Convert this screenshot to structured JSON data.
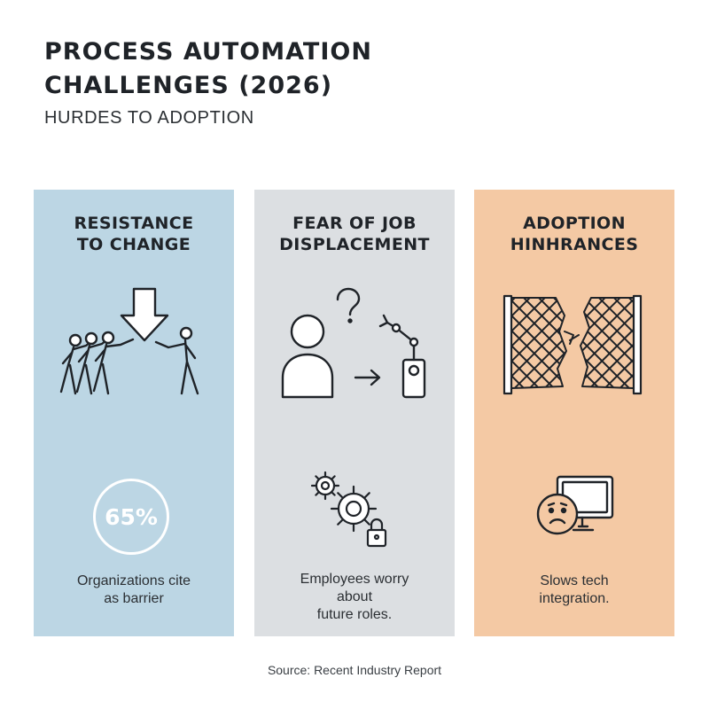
{
  "header": {
    "title_line1": "PROCESS AUTOMATION",
    "title_line2": "CHALLENGES (2026)",
    "subtitle": "HURDES TO ADOPTION"
  },
  "panels": [
    {
      "title_line1": "RESISTANCE",
      "title_line2": "TO CHANGE",
      "bg_color": "#bcd6e4",
      "icon": "people-pushing-arrow-icon",
      "stat": "65%",
      "desc_line1": "Organizations cite",
      "desc_line2": "as barrier",
      "desc_line3": ""
    },
    {
      "title_line1": "FEAR OF JOB",
      "title_line2": "DISPLACEMENT",
      "bg_color": "#dcdfe2",
      "icon": "person-robot-arm-icon",
      "secondary_icon": "gears-lock-icon",
      "desc_line1": "Employees worry",
      "desc_line2": "about",
      "desc_line3": "future roles."
    },
    {
      "title_line1": "ADOPTION",
      "title_line2": "HINHRANCES",
      "bg_color": "#f4c9a4",
      "icon": "broken-fence-icon",
      "secondary_icon": "sad-monitor-icon",
      "desc_line1": "Slows tech",
      "desc_line2": "integration.",
      "desc_line3": ""
    }
  ],
  "footer": {
    "source": "Source: Recent Industry Report"
  }
}
